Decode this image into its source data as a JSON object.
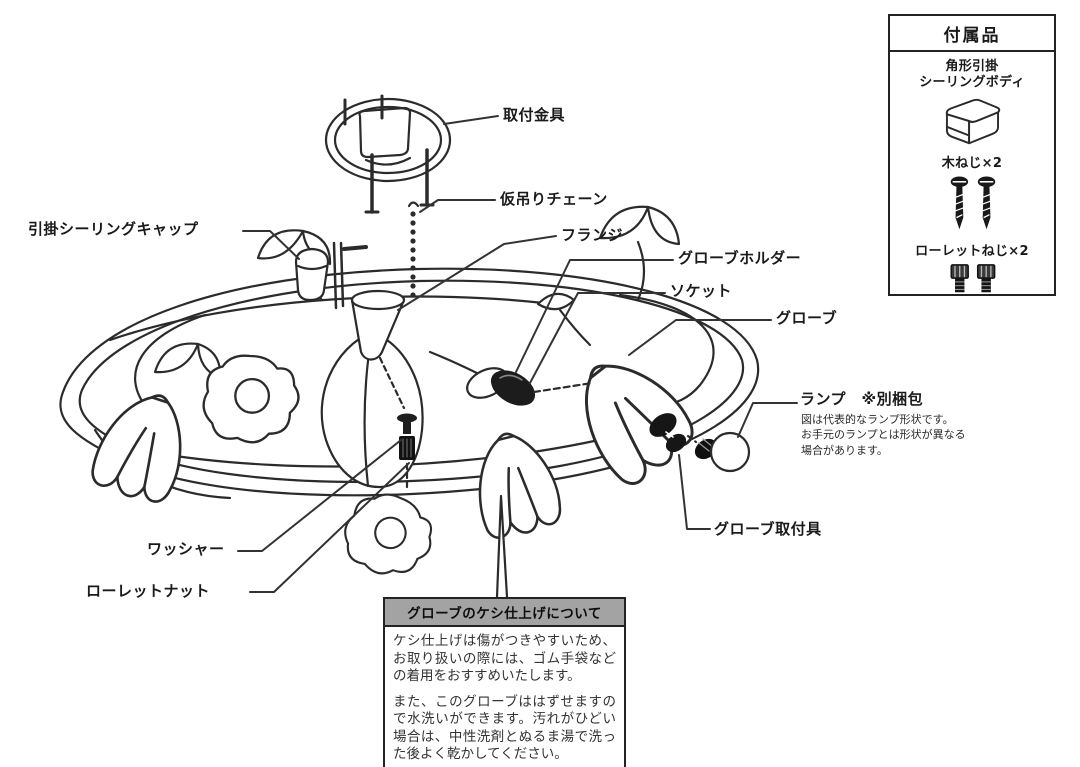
{
  "colors": {
    "line_art": "#2b2b2b",
    "label_text": "#1a1a1a",
    "note_title_bg": "#a3a3a3",
    "box_border": "#222222"
  },
  "part_labels": {
    "mounting_bracket": "取付金具",
    "temp_hanging_chain": "仮吊りチェーン",
    "flange": "フランジ",
    "hook_ceiling_cap": "引掛シーリングキャップ",
    "globe_holder": "グローブホルダー",
    "socket": "ソケット",
    "globe": "グローブ",
    "lamp": "ランプ　※別梱包",
    "lamp_note": "図は代表的なランプ形状です。\nお手元のランプとは形状が異なる\n場合があります。",
    "globe_fixture": "グローブ取付具",
    "washer": "ワッシャー",
    "knurled_nut": "ローレットナット"
  },
  "accessories_box": {
    "title": "付属品",
    "items": [
      {
        "name": "square-hook-ceiling-body",
        "lines": [
          "角形引掛",
          "シーリングボディ"
        ]
      },
      {
        "name": "wood-screws",
        "label": "木ねじ×2"
      },
      {
        "name": "knurled-screws",
        "label": "ローレットねじ×2"
      }
    ]
  },
  "note_box": {
    "title": "グローブのケシ仕上げについて",
    "paragraphs": [
      "ケシ仕上げは傷がつきやすいため、お取り扱いの際には、ゴム手袋などの着用をおすすめいたします。",
      "また、このグローブははずせますので水洗いができます。汚れがひどい場合は、中性洗剤とぬるま湯で洗った後よく乾かしてください。"
    ]
  }
}
